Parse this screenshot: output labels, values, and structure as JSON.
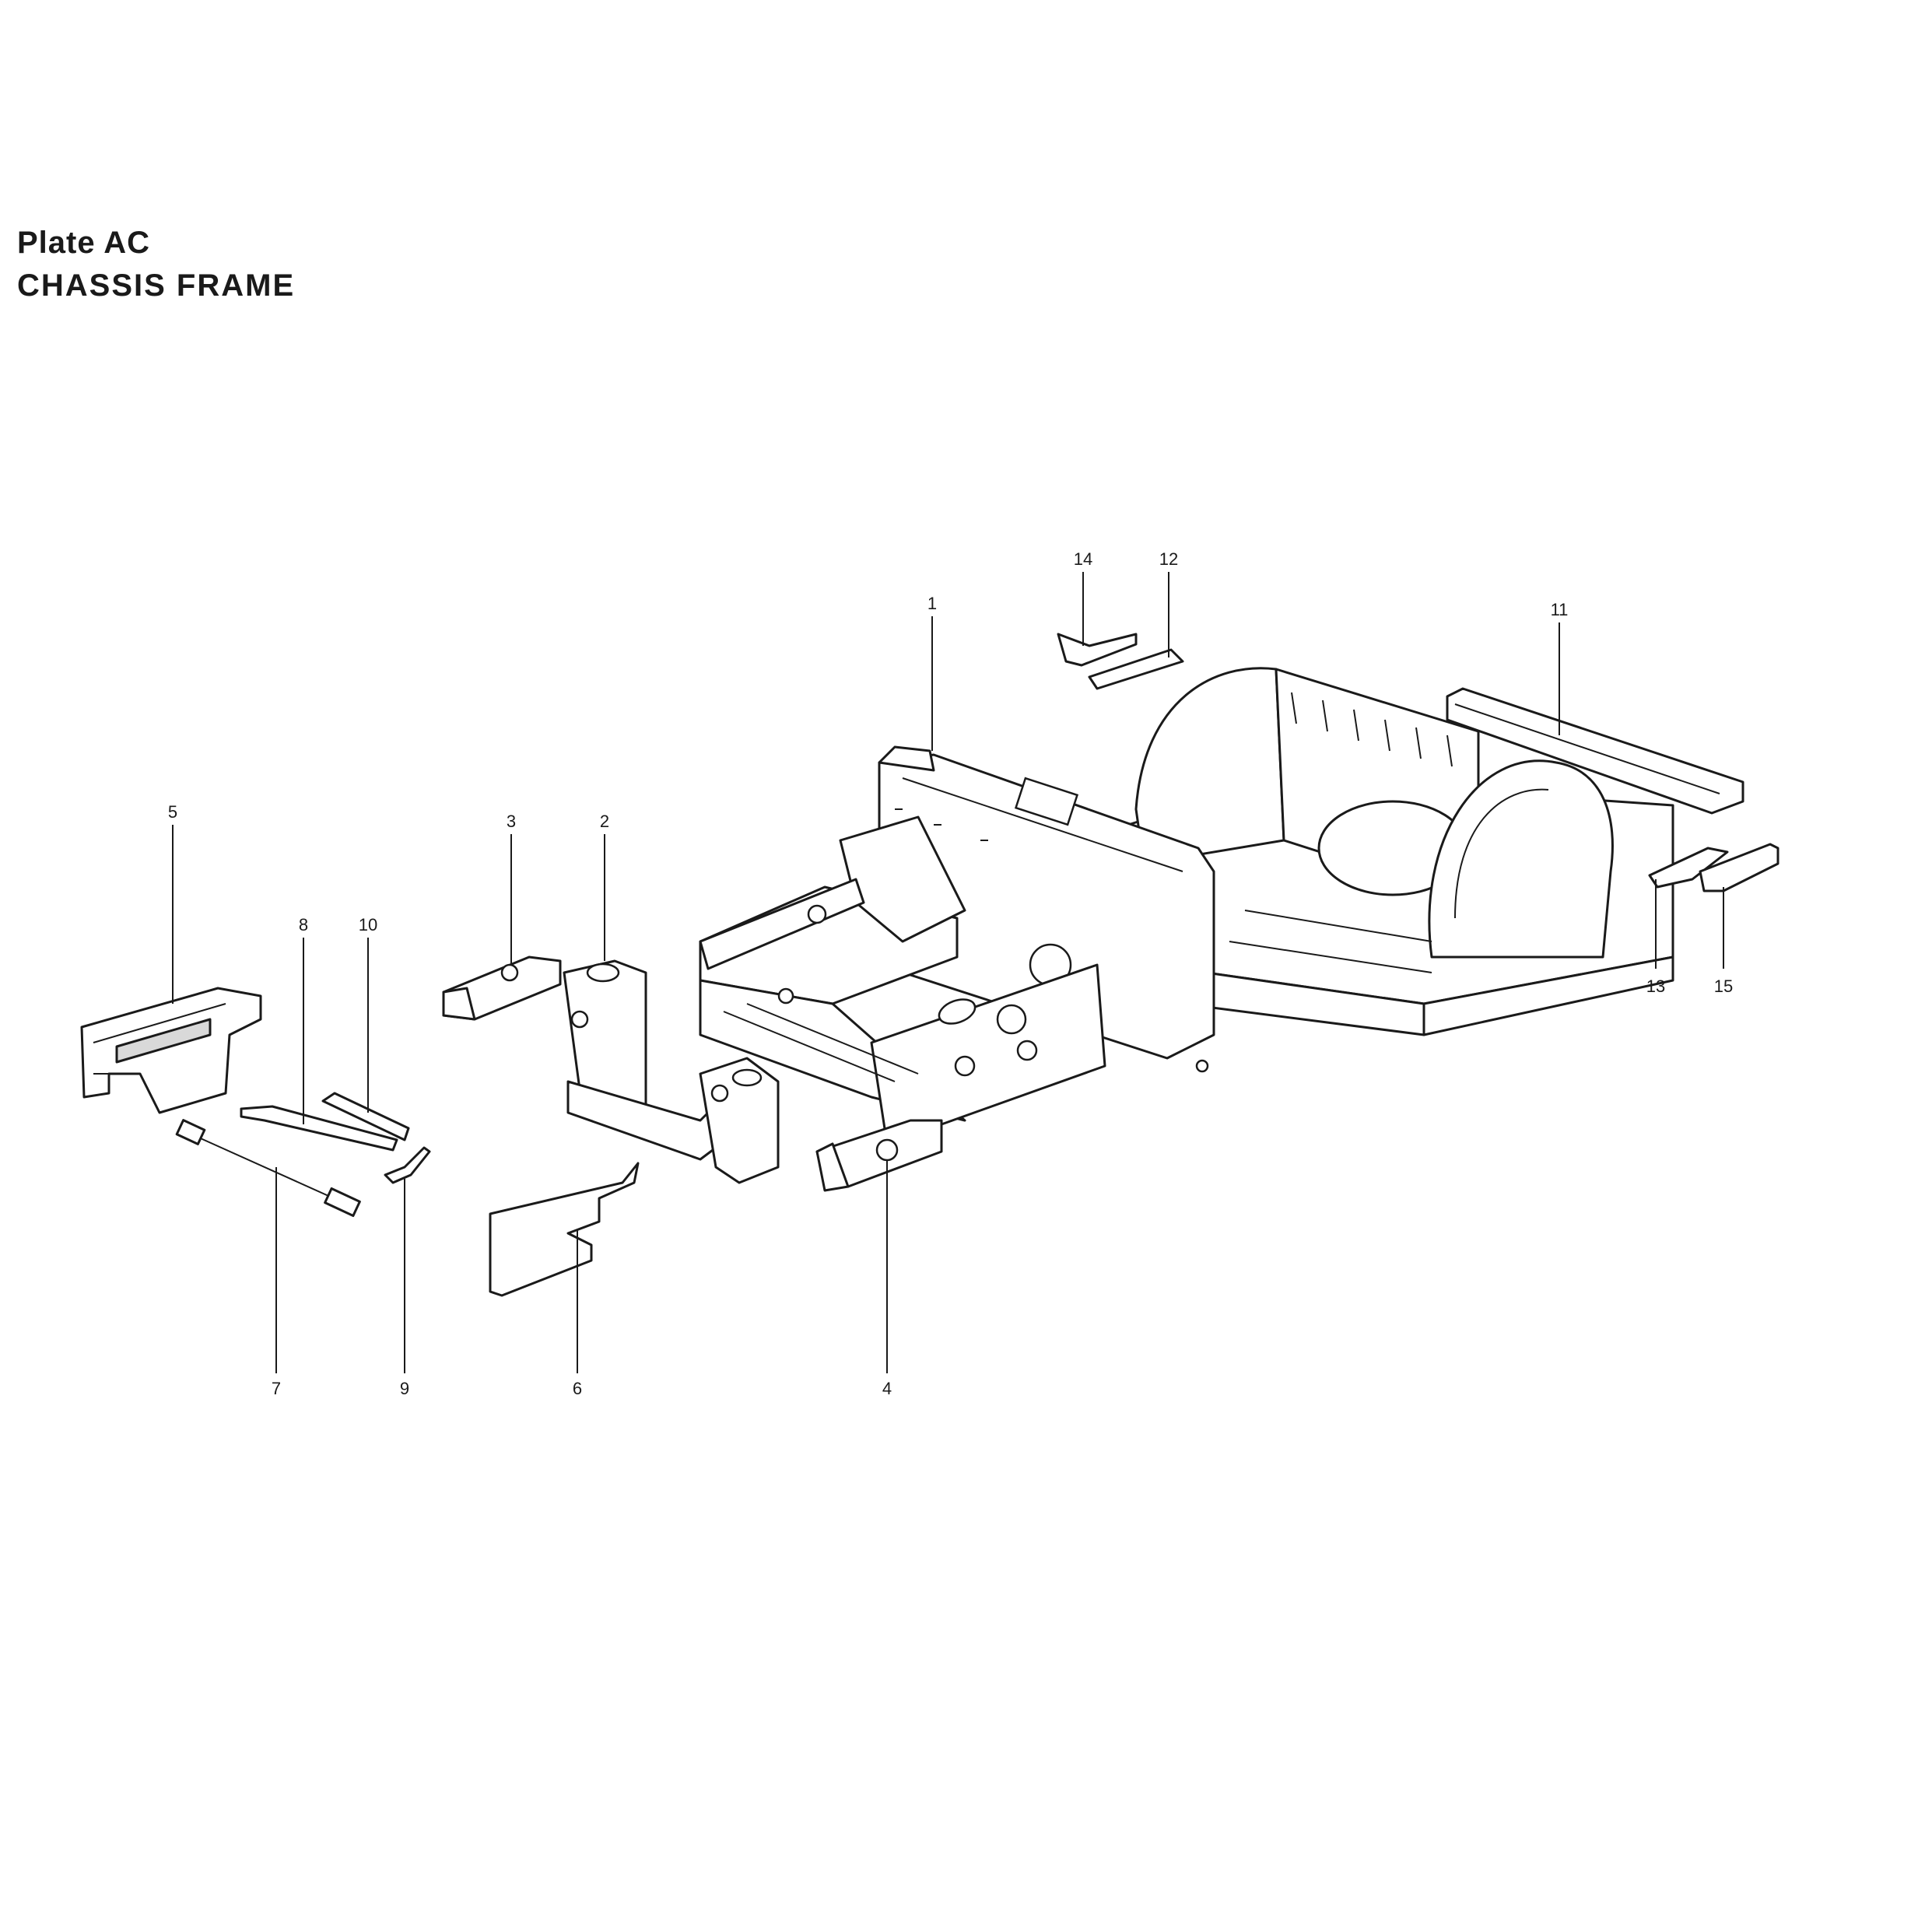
{
  "header": {
    "plate": "Plate  AC",
    "title": "CHASSIS  FRAME"
  },
  "diagram": {
    "callouts": {
      "c1": "1",
      "c2": "2",
      "c3": "3",
      "c4": "4",
      "c5": "5",
      "c6": "6",
      "c7": "7",
      "c8": "8",
      "c9": "9",
      "c10": "10",
      "c11": "11",
      "c12": "12",
      "c13": "13",
      "c14": "14",
      "c15": "15"
    }
  }
}
